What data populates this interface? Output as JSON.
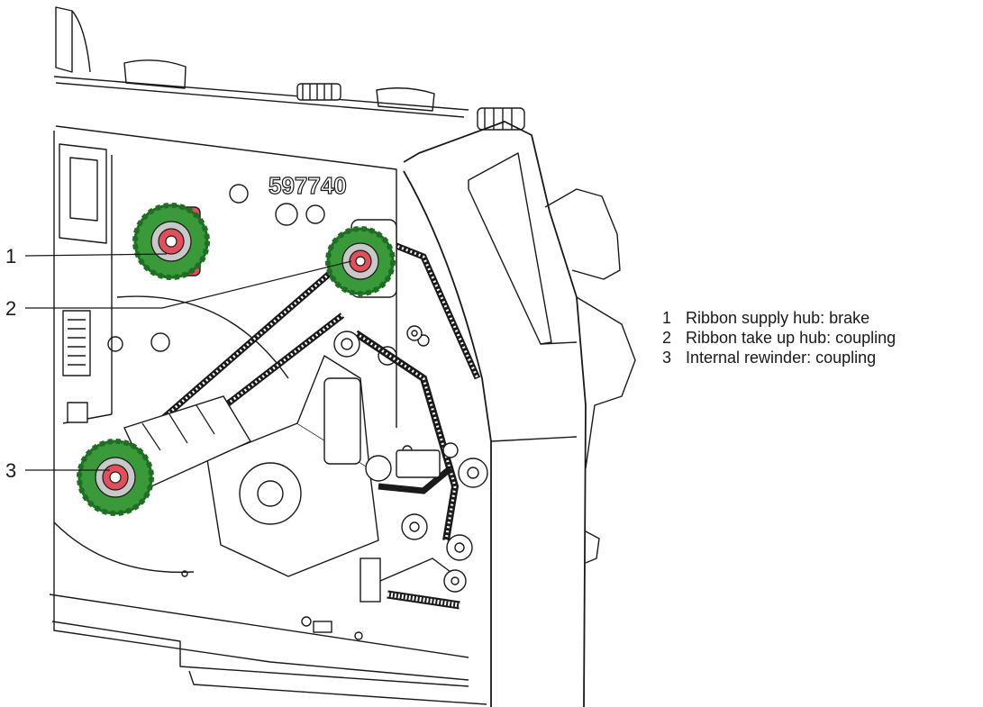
{
  "diagram": {
    "stamp_text": "597740",
    "callouts": [
      {
        "number": "1"
      },
      {
        "number": "2"
      },
      {
        "number": "3"
      }
    ],
    "legend": [
      {
        "number": "1",
        "text": "Ribbon supply hub: brake"
      },
      {
        "number": "2",
        "text": "Ribbon take up hub: coupling"
      },
      {
        "number": "3",
        "text": "Internal rewinder: coupling"
      }
    ],
    "colors": {
      "line": "#1a1a1a",
      "hub_green": "#3a9a3a",
      "hub_green_dark": "#1f6e24",
      "hub_red": "#e0505a",
      "hub_gray": "#c8c8c8"
    }
  }
}
